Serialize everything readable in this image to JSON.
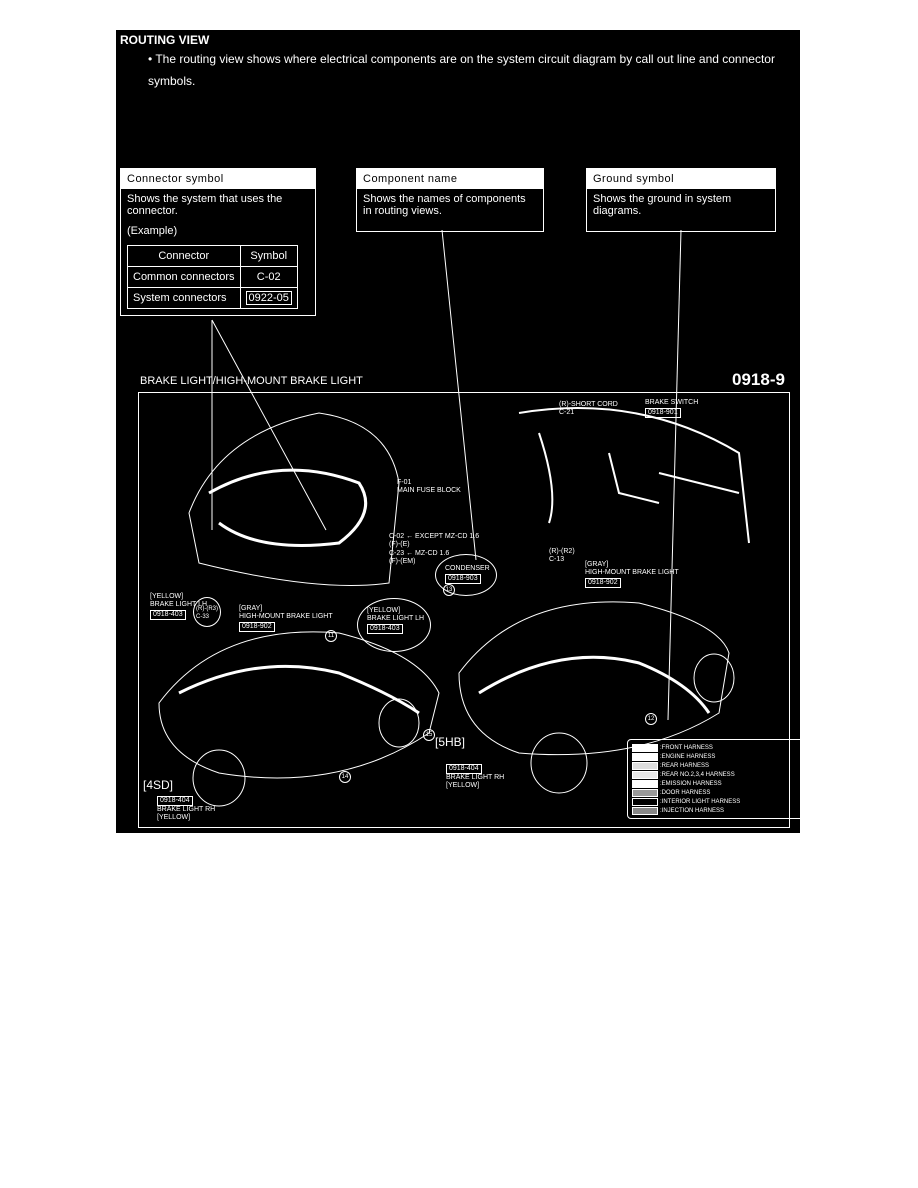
{
  "heading": "ROUTING VIEW",
  "intro": "• The routing view shows where electrical components are on the system circuit diagram by call out line and connector symbols.",
  "callouts": {
    "connector": {
      "title": "Connector symbol",
      "body": "Shows the system that uses the connector.",
      "example": "(Example)",
      "table": {
        "headers": [
          "Connector",
          "Symbol"
        ],
        "rows": [
          [
            "Common connectors",
            "C-02"
          ],
          [
            "System connectors",
            "0922-05"
          ]
        ]
      }
    },
    "component": {
      "title": "Component name",
      "body": "Shows the names of components in routing views."
    },
    "ground": {
      "title": "Ground symbol",
      "body": "Shows the ground in system diagrams."
    }
  },
  "diagram": {
    "title": "BRAKE LIGHT/HIGH-MOUNT BRAKE LIGHT",
    "code": "0918-9",
    "labels": {
      "f01": "F-01",
      "f01n": "MAIN FUSE BLOCK",
      "c02": "C-02 ← EXCEPT MZ-CD 1.6",
      "c02s": "(F)-(E)",
      "c23": "C-23 ← MZ-CD 1.6",
      "c23s": "(F)-(EM)",
      "cond": "CONDENSER",
      "condc": "0918-903",
      "short": "(R)-SHORT CORD",
      "c21": "C-21",
      "bsw": "BRAKE SWITCH",
      "bswc": "0918-901",
      "r2": "(R)-(R2)",
      "c13": "C-13",
      "gray": "[GRAY]",
      "hm": "HIGH-MOUNT BRAKE LIGHT",
      "hmc": "0918-902",
      "yellow": "[YELLOW]",
      "bllh": "BRAKE LIGHT LH",
      "bllhc": "0918-403",
      "r3": "(R)-(R3)",
      "c33": "C-33",
      "blrh": "BRAKE LIGHT RH",
      "blrhc": "0918-404",
      "hb": "[5HB]",
      "sd": "[4SD]",
      "n11": "11",
      "n12": "12",
      "n13": "13",
      "n14": "14",
      "n15": "15"
    },
    "legend": [
      {
        "label": ":FRONT HARNESS",
        "fill": "#ffffff"
      },
      {
        "label": ":ENGINE HARNESS",
        "fill": "#ffffff"
      },
      {
        "label": ":REAR HARNESS",
        "fill": "#dddddd"
      },
      {
        "label": ":REAR NO.2,3,4 HARNESS",
        "fill": "#e6e6e6"
      },
      {
        "label": ":EMISSION HARNESS",
        "fill": "#ffffff"
      },
      {
        "label": ":DOOR HARNESS",
        "fill": "#999999"
      },
      {
        "label": ":INTERIOR LIGHT HARNESS",
        "fill": "#000000"
      },
      {
        "label": ":INJECTION HARNESS",
        "fill": "#888888"
      }
    ]
  }
}
